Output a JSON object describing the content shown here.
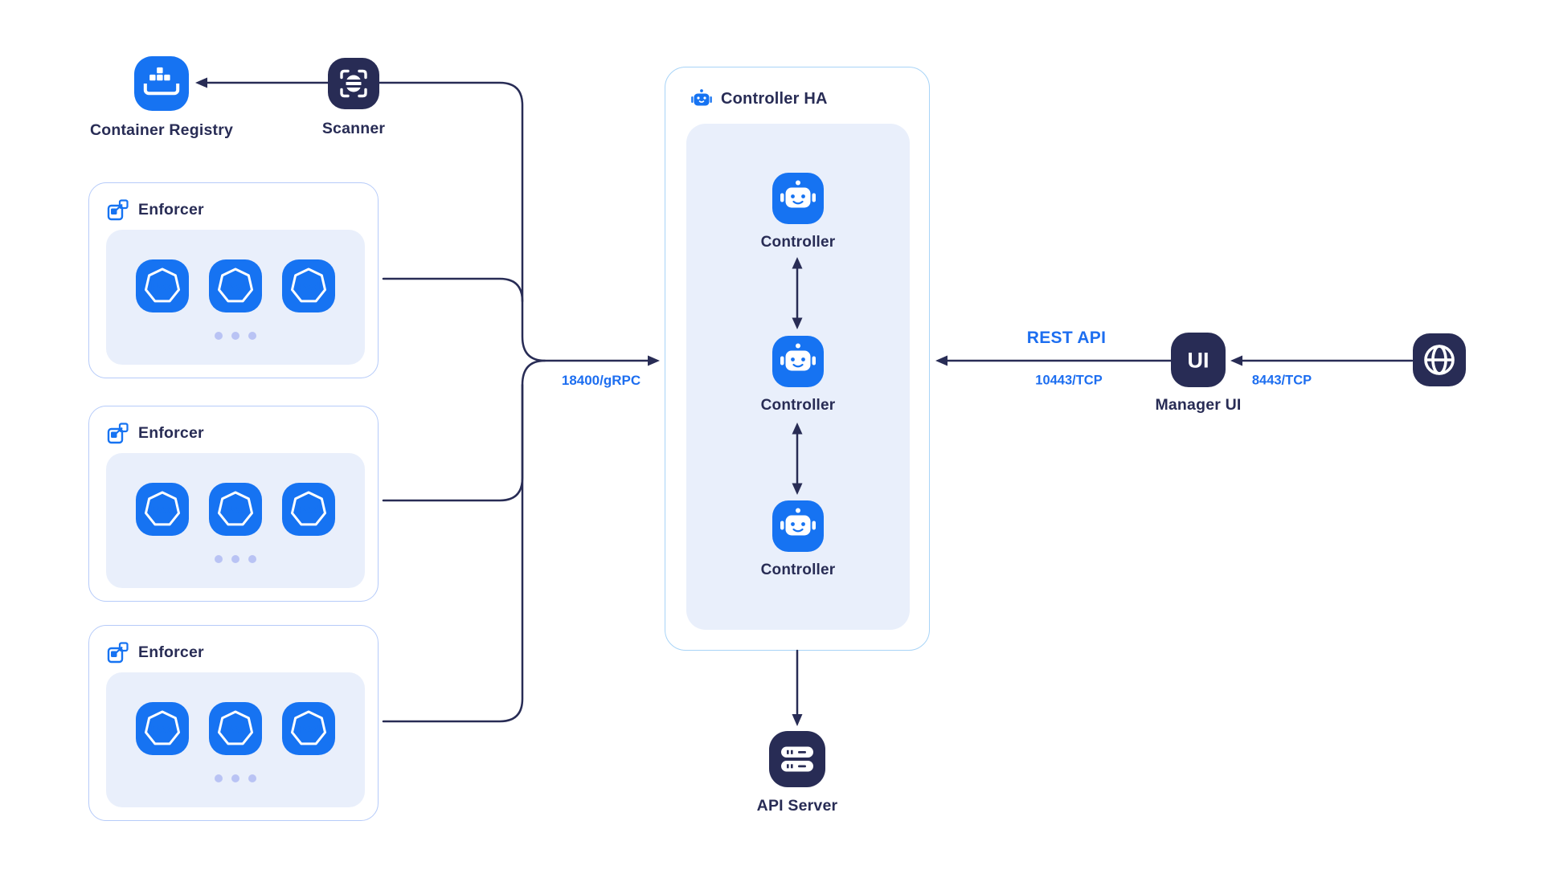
{
  "colors": {
    "blue": "#1673F2",
    "blue_text": "#1D6EF0",
    "navy": "#282C55",
    "panel": "#E9EFFB",
    "border_enforcer": "#B6CBF9",
    "border_ha": "#A8D4F7",
    "dots": "#B9C3F4",
    "bg": "#FFFFFF"
  },
  "icons": [
    "container-registry-icon",
    "scanner-bug-icon",
    "enforcer-replicas-icon",
    "pod-heptagon-icon",
    "robot-controller-icon",
    "robot-mini-icon",
    "manager-ui-icon",
    "globe-icon",
    "api-server-icon"
  ],
  "diagram": {
    "registry": {
      "label": "Container Registry"
    },
    "scanner": {
      "label": "Scanner"
    },
    "enforcers": [
      {
        "label": "Enforcer",
        "pods": [
          "Pod",
          "Pod",
          "Pod"
        ]
      },
      {
        "label": "Enforcer",
        "pods": [
          "Pod",
          "Pod",
          "Pod"
        ]
      },
      {
        "label": "Enforcer",
        "pods": [
          "Pod",
          "Pod",
          "Pod"
        ]
      }
    ],
    "controller_ha": {
      "label": "Controller HA",
      "controllers": [
        {
          "label": "Controller"
        },
        {
          "label": "Controller"
        },
        {
          "label": "Controller"
        }
      ]
    },
    "manager": {
      "label": "Manager UI",
      "icon_text": "UI"
    },
    "api_server": {
      "label": "API Server"
    },
    "edges": {
      "grpc": "18400/gRPC",
      "rest_api": "REST API",
      "rest_port": "10443/TCP",
      "ui_port": "8443/TCP"
    }
  }
}
